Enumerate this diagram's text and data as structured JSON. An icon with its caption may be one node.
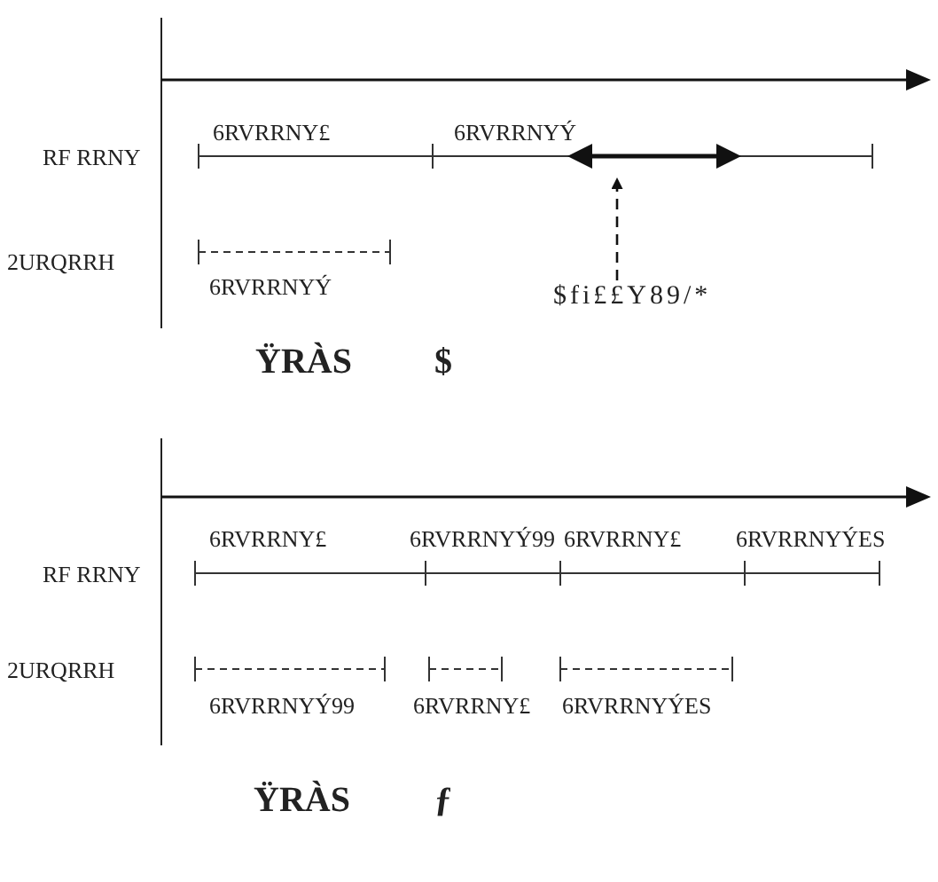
{
  "diagram": {
    "nodes": [
      {
        "text": [],
        "shape": "arrow"
      },
      {
        "text": [
          "$fi££Y89/*"
        ]
      }
    ],
    "edges": [
      {
        "from": 1,
        "to": 0,
        "arrow": "to",
        "style": "dashed"
      }
    ],
    "labels": [
      "6RVRRNY£",
      "6RVRRNYÝ",
      "RF RRNY",
      "2URQRRH",
      "6RVRRNYÝ",
      "ŸRÀS",
      "$",
      "6RVRRNY£",
      "6RVRRNYÝ99",
      "6RVRRNY£",
      "6RVRRNYÝES",
      "RF RRNY",
      "2URQRRH",
      "6RVRRNYÝ99",
      "6RVRRNY£",
      "6RVRRNYÝES",
      "ŸRÀS",
      "ƒ"
    ]
  }
}
